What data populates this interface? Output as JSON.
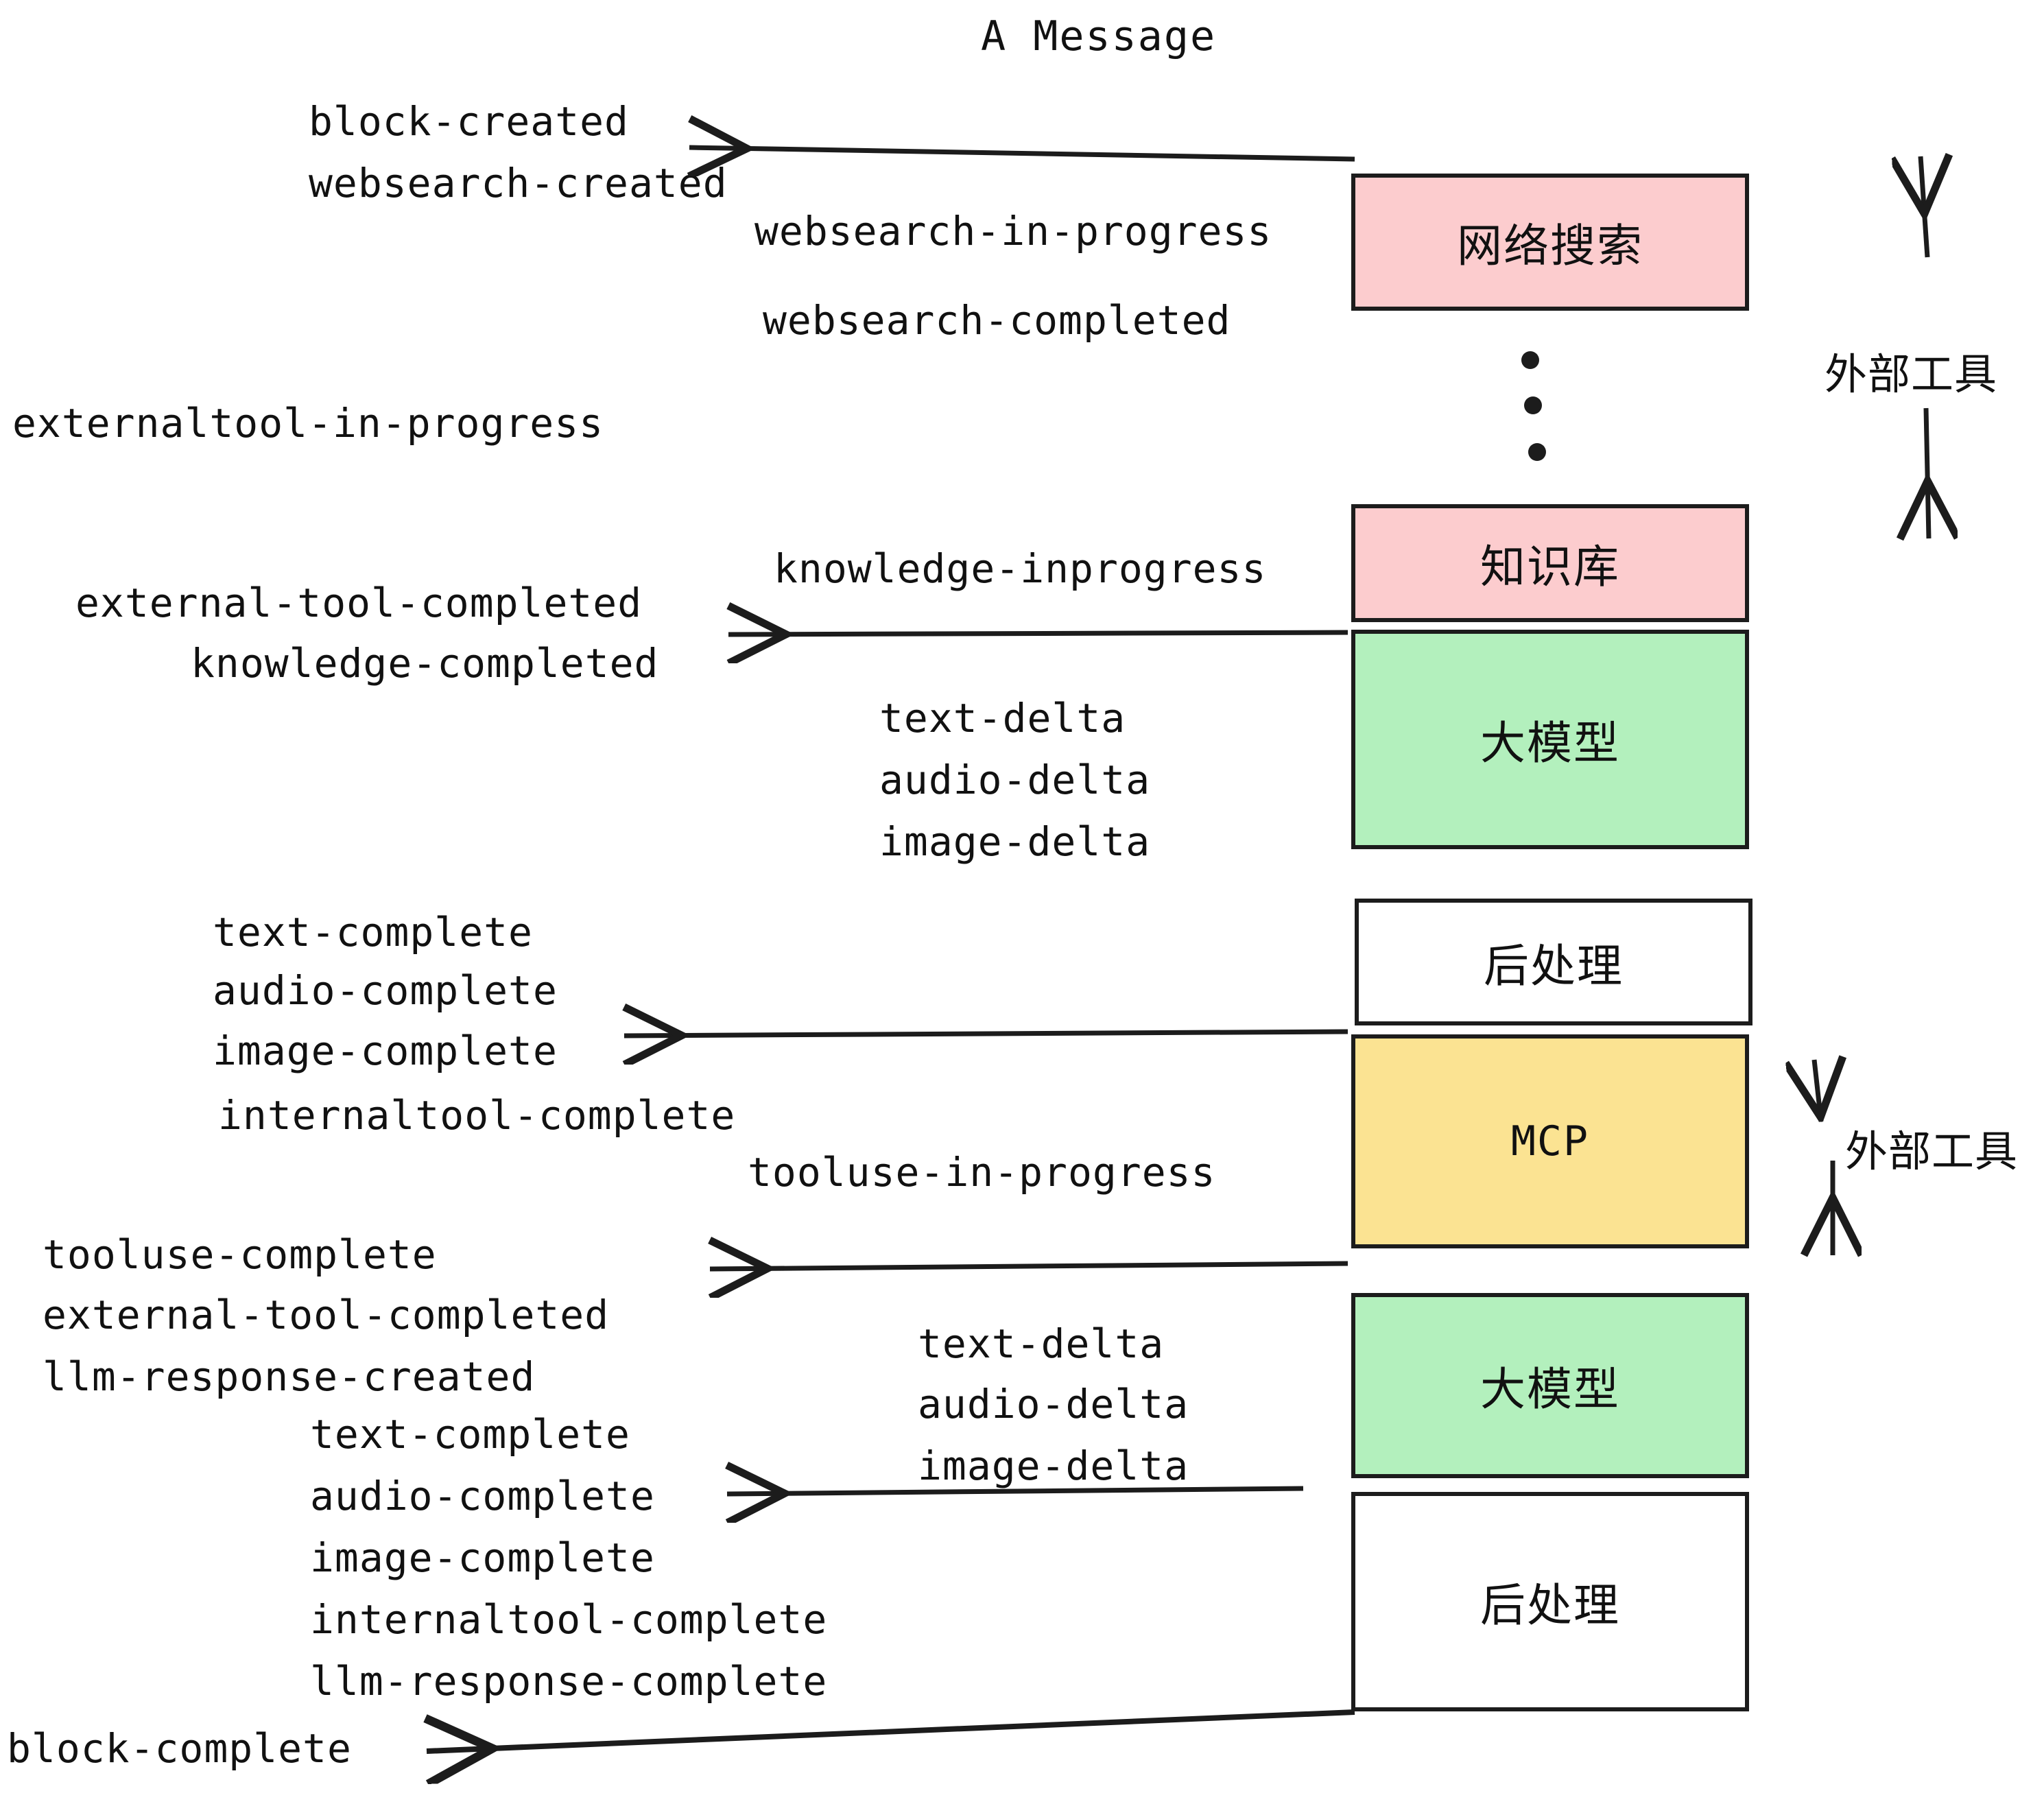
{
  "title": "A Message",
  "nodes": [
    {
      "label": "网络搜索",
      "color": "#fcccce"
    },
    {
      "label": "知识库",
      "color": "#fcccce"
    },
    {
      "label": "大模型",
      "color": "#b3f0bd"
    },
    {
      "label": "后处理",
      "color": "#ffffff"
    },
    {
      "label": "MCP",
      "color": "#fbe392"
    },
    {
      "label": "大模型",
      "color": "#b3f0bd"
    },
    {
      "label": "后处理",
      "color": "#ffffff"
    }
  ],
  "side_labels": [
    {
      "text": "外部工具"
    },
    {
      "text": "外部工具"
    }
  ],
  "events": [
    {
      "text": "block-created"
    },
    {
      "text": "websearch-created"
    },
    {
      "text": "websearch-in-progress"
    },
    {
      "text": "websearch-completed"
    },
    {
      "text": "externaltool-in-progress"
    },
    {
      "text": "knowledge-inprogress"
    },
    {
      "text": "external-tool-completed"
    },
    {
      "text": "knowledge-completed"
    },
    {
      "text": "text-delta"
    },
    {
      "text": "audio-delta"
    },
    {
      "text": "image-delta"
    },
    {
      "text": "text-complete"
    },
    {
      "text": "audio-complete"
    },
    {
      "text": "image-complete"
    },
    {
      "text": "internaltool-complete"
    },
    {
      "text": "tooluse-in-progress"
    },
    {
      "text": "tooluse-complete"
    },
    {
      "text": "external-tool-completed"
    },
    {
      "text": "llm-response-created"
    },
    {
      "text": "text-complete"
    },
    {
      "text": "audio-complete"
    },
    {
      "text": "image-complete"
    },
    {
      "text": "internaltool-complete"
    },
    {
      "text": "llm-response-complete"
    },
    {
      "text": "text-delta"
    },
    {
      "text": "audio-delta"
    },
    {
      "text": "image-delta"
    },
    {
      "text": "block-complete"
    }
  ],
  "colors": {
    "stroke": "#1c1c1c",
    "pink": "#fcccce",
    "green": "#b3f0bd",
    "yellow": "#fbe392",
    "white": "#ffffff"
  }
}
